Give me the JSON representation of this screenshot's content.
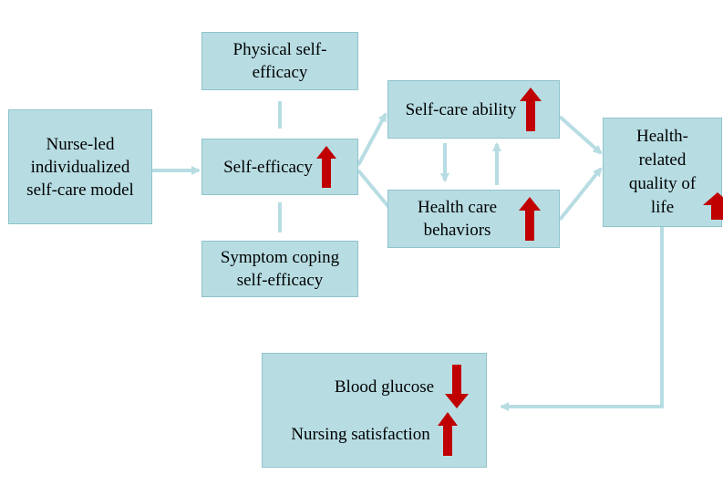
{
  "diagram": {
    "nodes": {
      "nurse_model": "Nurse-led individualized self-care model",
      "physical_se": "Physical self-efficacy",
      "self_efficacy": "Self-efficacy",
      "symptom_se": "Symptom coping self-efficacy",
      "self_care_ability": "Self-care ability",
      "health_behaviors": "Health care behaviors",
      "hrqol": "Health-related quality of life",
      "blood_glucose": "Blood glucose",
      "nursing_satisfaction": "Nursing satisfaction"
    },
    "indicators": {
      "self_efficacy": "increase",
      "self_care_ability": "increase",
      "health_behaviors": "increase",
      "hrqol": "increase",
      "blood_glucose": "decrease",
      "nursing_satisfaction": "increase"
    },
    "colors": {
      "box_fill": "#b7dde3",
      "box_border": "#8fc3cc",
      "connector": "#b7dde3",
      "indicator_arrow": "#c00000"
    }
  }
}
